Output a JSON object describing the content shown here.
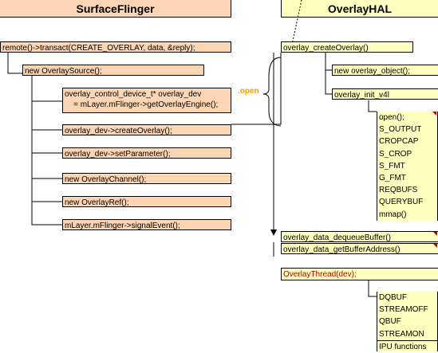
{
  "headers": {
    "left": "SurfaceFlinger",
    "right": "OverlayHAL"
  },
  "left_boxes": {
    "transact": "remote()->transact(CREATE_OVERLAY, data, &reply);",
    "new_source": "new OverlaySource();",
    "control_line1": "overlay_control_device_t* overlay_dev",
    "control_line2": "    = mLayer.mFlinger->getOverlayEngine();",
    "create": "overlay_dev->createOverlay();",
    "setparam": "overlay_dev->setParameter();",
    "channel": "new OverlayChannel();",
    "ref": "new OverlayRef();",
    "signal": "mLayer.mFlinger->signalEvent();"
  },
  "open_label": ".open",
  "right_boxes": {
    "create_overlay": "overlay_createOverlay()",
    "new_object": "new overlay_object();",
    "init_v4l": "overlay_init_v4l",
    "v4l_items": [
      "open();",
      "S_OUTPUT",
      "CROPCAP",
      "S_CROP",
      "S_FMT",
      "G_FMT",
      "REQBUFS",
      "QUERYBUF",
      "mmap()"
    ],
    "dequeue": "overlay_data_dequeueBuffer()",
    "get_addr": "overlay_data_getBufferAddress()",
    "thread": "OverlayThread(dev);",
    "thread_items": [
      "DQBUF",
      "STREAMOFF",
      "QBUF",
      "STREAMON",
      "IPU functions"
    ]
  },
  "colors": {
    "orange": "#fcd5b4",
    "yellow": "#ffffc0",
    "open_text": "#f0a000",
    "red": "#c00000"
  }
}
